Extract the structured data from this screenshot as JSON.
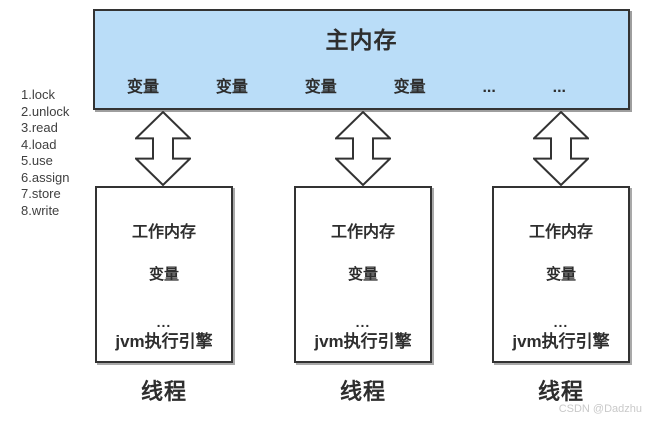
{
  "diagram": {
    "subject": "jvm-memory-model",
    "operations": {
      "items": [
        "1.lock",
        "2.unlock",
        "3.read",
        "4.load",
        "5.use",
        "6.assign",
        "7.store",
        "8.write"
      ]
    },
    "main_memory": {
      "label": "主内存",
      "variables": [
        "变量",
        "变量",
        "变量",
        "变量",
        "...",
        "..."
      ],
      "fill_color": "#BADDF8",
      "border_color": "#333333"
    },
    "arrows": {
      "type": "double-headed-vertical",
      "count": 3,
      "stroke_color": "#333333"
    },
    "threads": [
      {
        "working_memory_label": "工作内存",
        "variable_label": "变量",
        "ellipsis": "...",
        "engine_label": "jvm执行引擎",
        "thread_label": "线程"
      },
      {
        "working_memory_label": "工作内存",
        "variable_label": "变量",
        "ellipsis": "...",
        "engine_label": "jvm执行引擎",
        "thread_label": "线程"
      },
      {
        "working_memory_label": "工作内存",
        "variable_label": "变量",
        "ellipsis": "...",
        "engine_label": "jvm执行引擎",
        "thread_label": "线程"
      }
    ],
    "watermark": {
      "text": "CSDN @Dadzhu",
      "color": "#C9C9C9"
    }
  }
}
